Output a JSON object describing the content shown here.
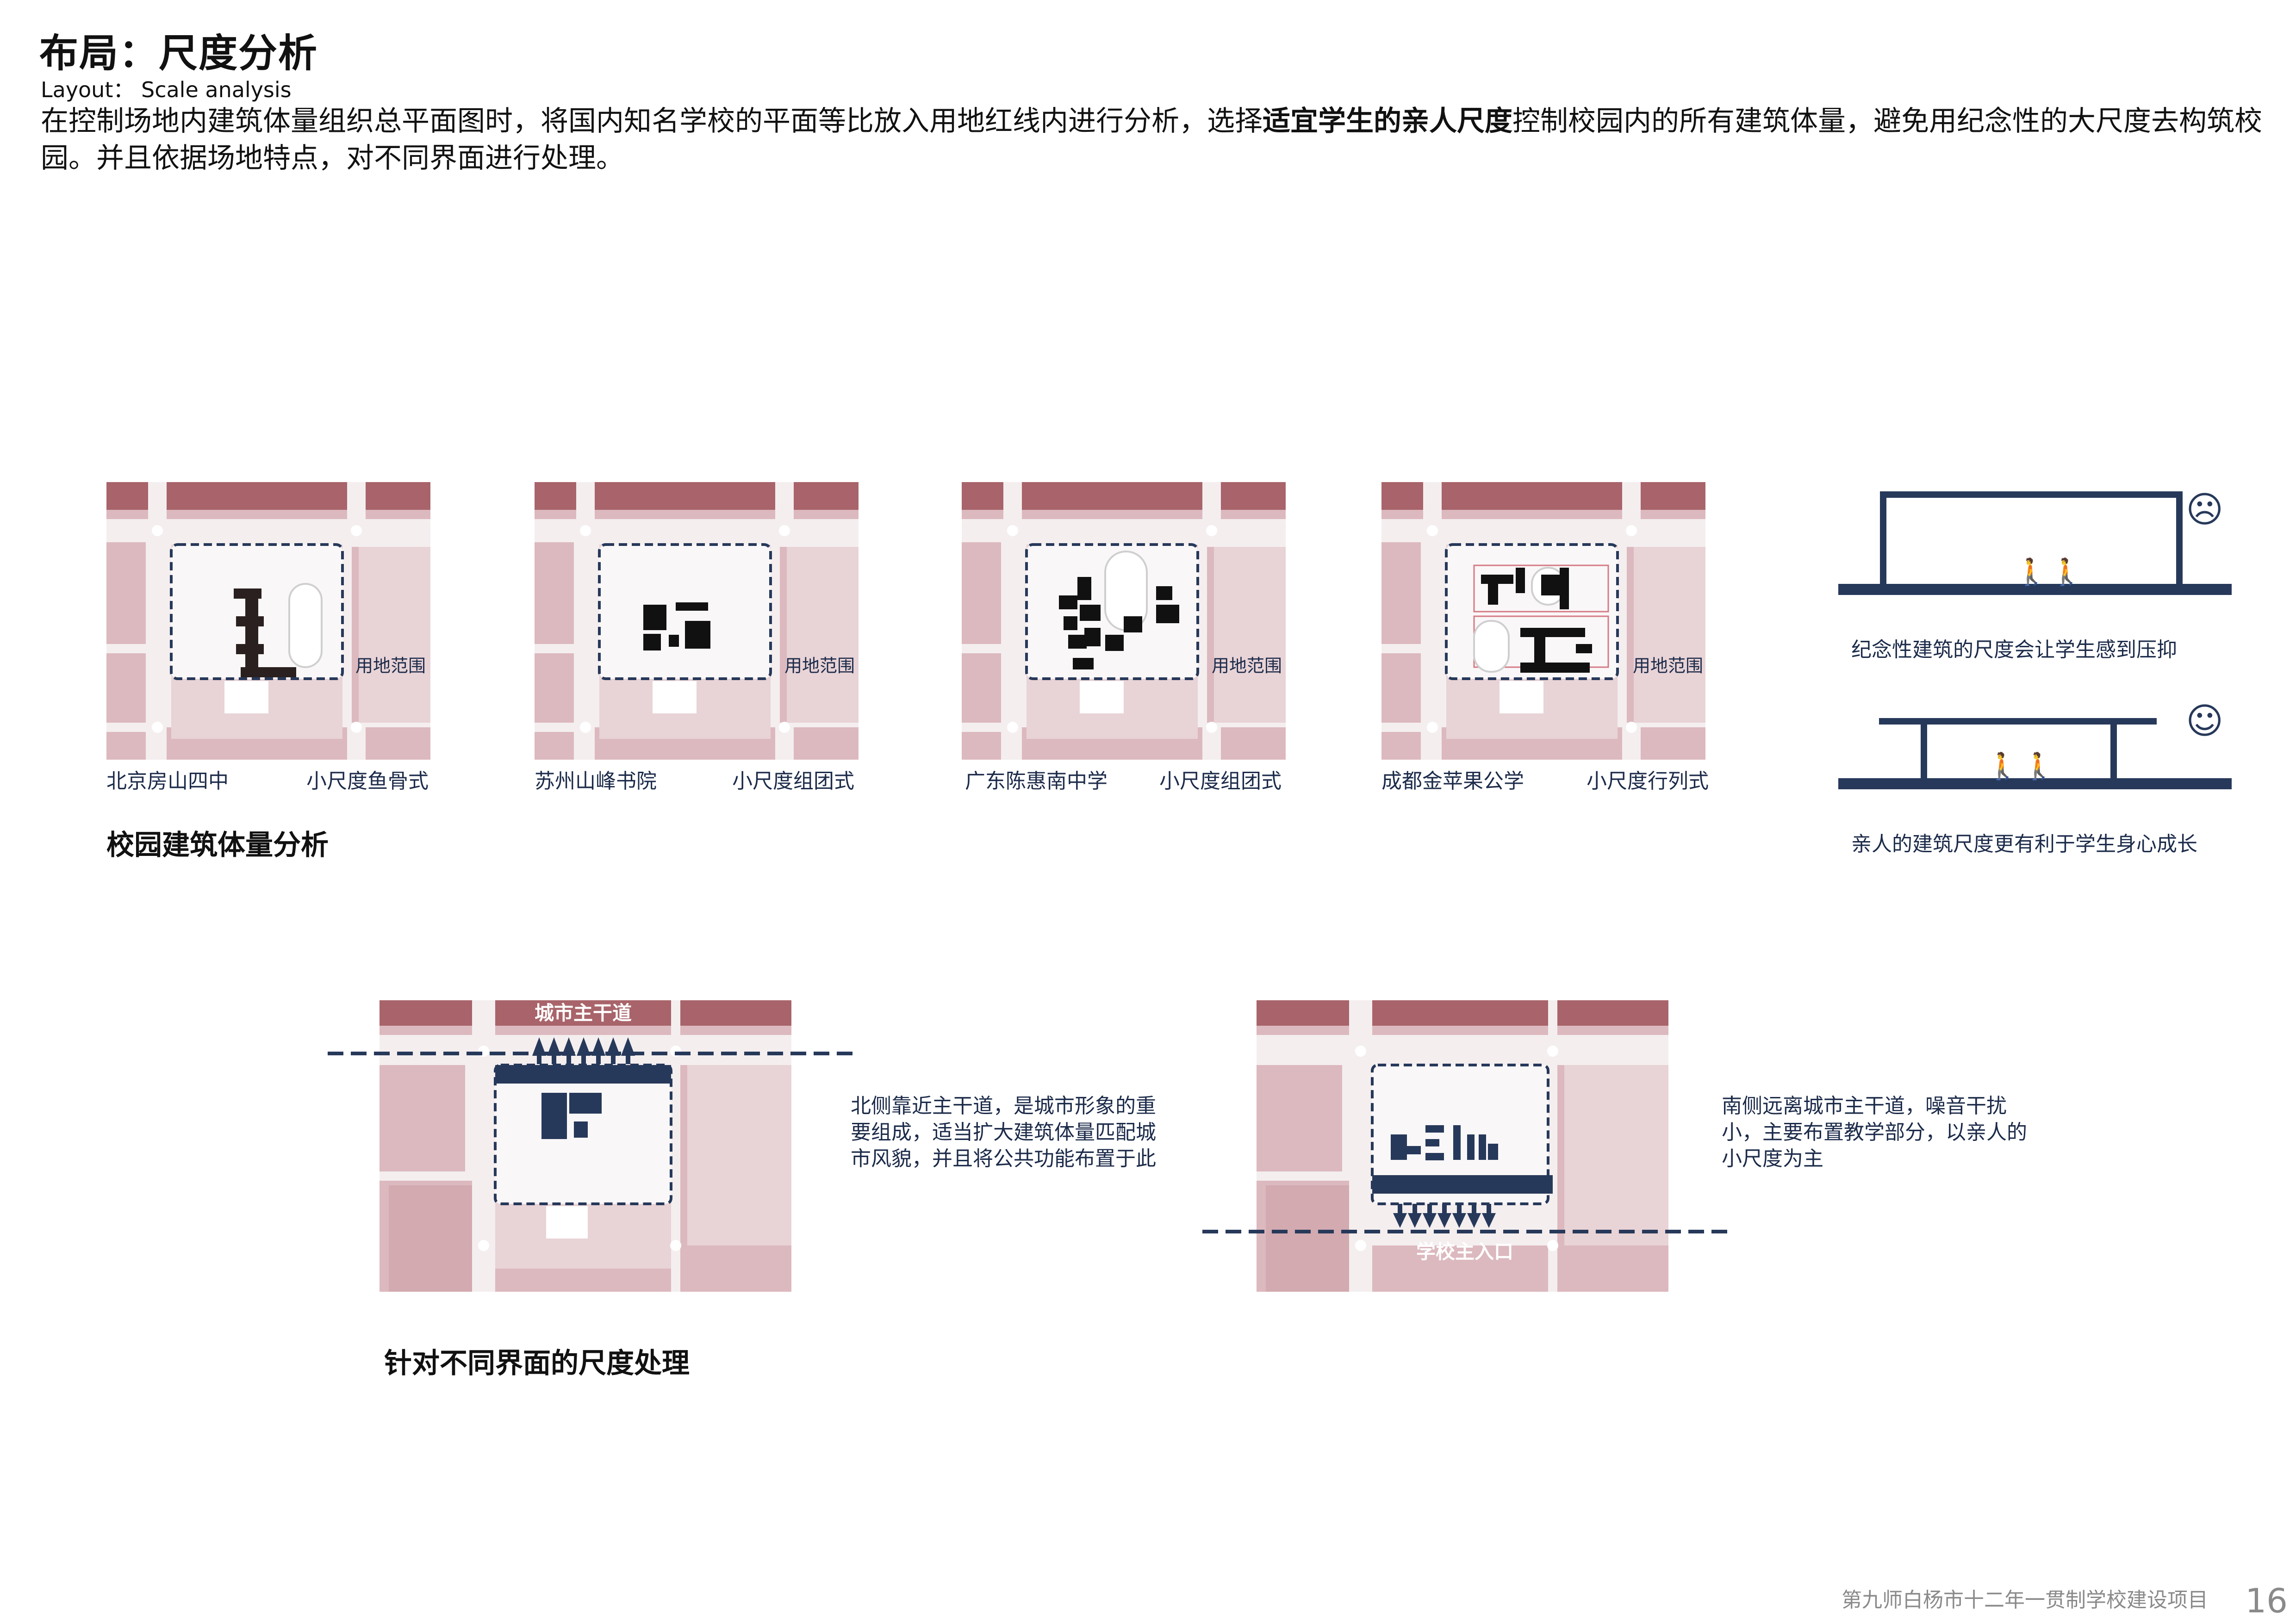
{
  "header": {
    "title": "布局：尺度分析",
    "subtitle": "Layout： Scale analysis",
    "intro_part1": "在控制场地内建筑体量组织总平面图时，将国内知名学校的平面等比放入用地红线内进行分析，选择",
    "intro_bold": "适宜学生的亲人尺度",
    "intro_part2": "控制校园内的所有建筑体量，避免用纪念性的大尺度去构筑校园。并且依据场地特点，对不同界面进行处理。"
  },
  "case_studies": {
    "section_title": "校园建筑体量分析",
    "site_label": "用地范围",
    "items": [
      {
        "school": "北京房山四中",
        "type": "小尺度鱼骨式"
      },
      {
        "school": "苏州山峰书院",
        "type": "小尺度组团式"
      },
      {
        "school": "广东陈惠南中学",
        "type": "小尺度组团式"
      },
      {
        "school": "成都金苹果公学",
        "type": "小尺度行列式"
      }
    ]
  },
  "scale_comparison": {
    "monumental_caption": "纪念性建筑的尺度会让学生感到压抑",
    "monumental_face": "☹",
    "intimate_caption": "亲人的建筑尺度更有利于学生身心成长",
    "intimate_face": "☺",
    "person_glyph": "🚶"
  },
  "interface_treatment": {
    "section_title": "针对不同界面的尺度处理",
    "north": {
      "road_label": "城市主干道",
      "description": "北侧靠近主干道，是城市形象的重要组成，适当扩大建筑体量匹配城市风貌，并且将公共功能布置于此"
    },
    "south": {
      "entrance_label": "学校主入口",
      "description": "南侧远离城市主干道，噪音干扰小，主要布置教学部分，以亲人的小尺度为主"
    }
  },
  "footer": {
    "project_name": "第九师白杨市十二年一贯制学校建设项目",
    "page_number": "16"
  },
  "colors": {
    "block_dark": "#a8646a",
    "block_light": "#dcb9bf",
    "block_pale": "#e8d3d6",
    "road": "#f4eeef",
    "navy": "#27395a",
    "person_red": "#b0303a"
  }
}
